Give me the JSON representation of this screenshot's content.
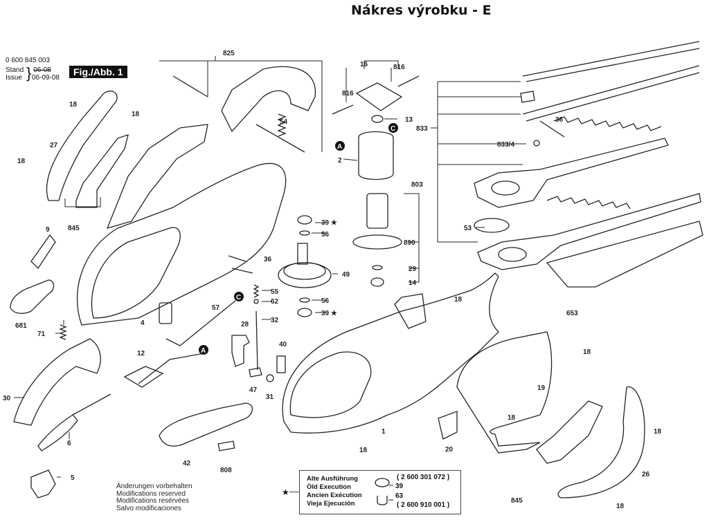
{
  "title": "Nákres výrobku - E",
  "document": {
    "part_number": "0 600 845 003",
    "stand_label": "Stand",
    "issue_label": "Issue",
    "stand_date_struck": "06-08",
    "issue_date": "06-09-08",
    "figure_label": "Fig./Abb. 1"
  },
  "part_labels": {
    "p825": "825",
    "p16": "16",
    "p816a": "816",
    "p816b": "816",
    "p13": "13",
    "p2": "2",
    "p803": "803",
    "p890": "890",
    "p29": "29",
    "p14": "14",
    "p833": "833",
    "p833_4": "833/4",
    "p36a": "36",
    "p53": "53",
    "p653": "653",
    "p18_1": "18",
    "p18_2": "18",
    "p18_3": "18",
    "p18_4": "18",
    "p18_5": "18",
    "p18_6": "18",
    "p18_7": "18",
    "p18_8": "18",
    "p18_9": "18",
    "p27": "27",
    "p845a": "845",
    "p845b": "845",
    "p9": "9",
    "p681": "681",
    "p71": "71",
    "p30": "30",
    "p6": "6",
    "p5": "5",
    "p54": "54",
    "p36b": "36",
    "p39a": "39 ★",
    "p56a": "56",
    "p49": "49",
    "p56b": "56",
    "p39b": "39 ★",
    "p55": "55",
    "p62": "62",
    "p32": "32",
    "p57": "57",
    "p4": "4",
    "p12": "12",
    "p28": "28",
    "p40": "40",
    "p47": "47",
    "p31": "31",
    "p42": "42",
    "p808": "808",
    "p1": "1",
    "p20": "20",
    "p19": "19",
    "p26": "26",
    "callA1": "A",
    "callA2": "A",
    "callC1": "C",
    "callC2": "C"
  },
  "modifications_notice": [
    "Änderungen vorbehalten",
    "Modifications reserved",
    "Modifications resérvées",
    "Salvo modificaciones"
  ],
  "legend": {
    "star": "★",
    "lines": [
      "Alte Ausführung",
      "Öld Execution",
      "Ancien Exécution",
      "Vieja Ejecución"
    ],
    "old_part_number": "( 2 600 301 072 )",
    "new_part_number": "( 2 600 910 001 )",
    "ref_39": "39",
    "ref_63": "63"
  }
}
